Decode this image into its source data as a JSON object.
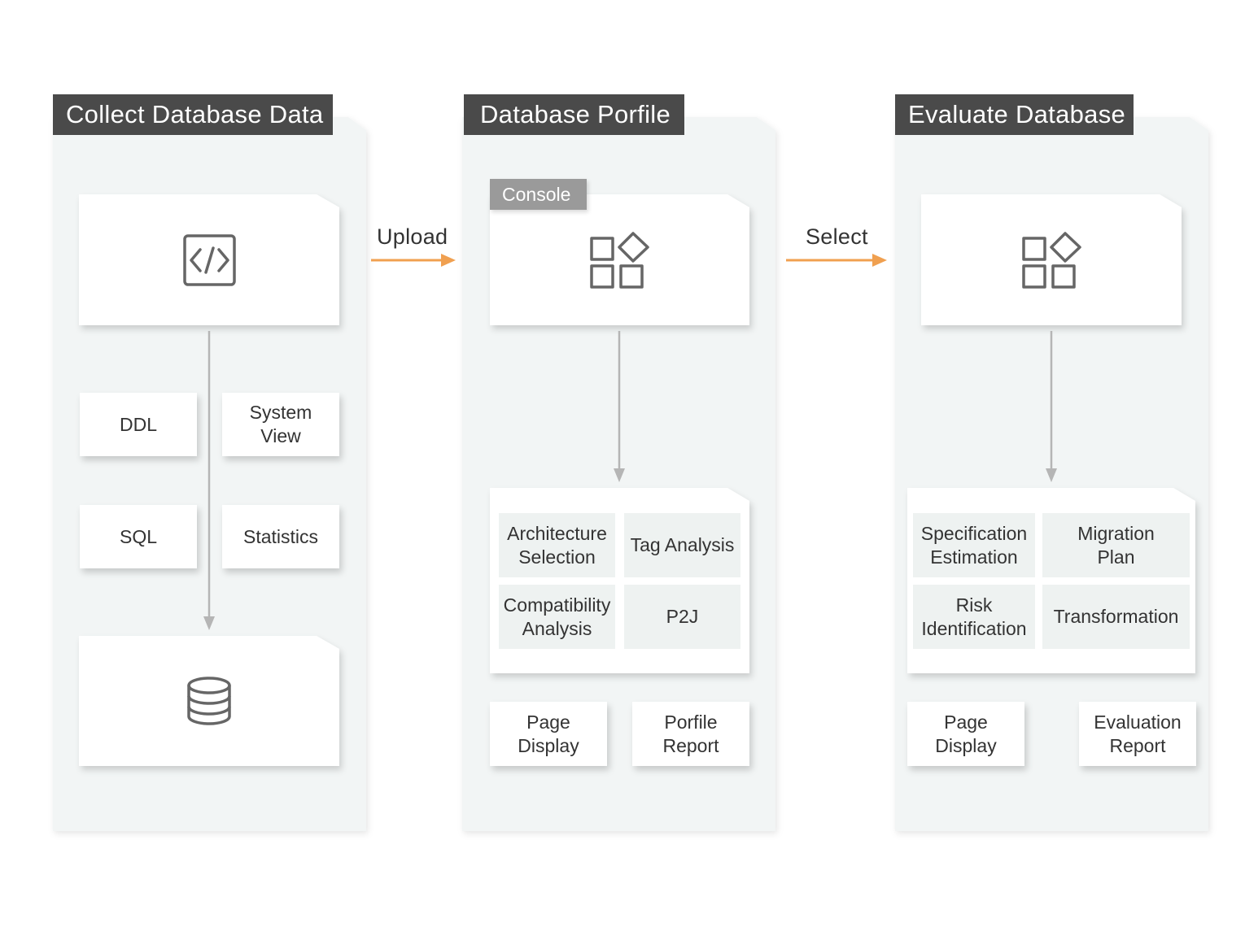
{
  "columns": [
    {
      "title": "Collect Database Data"
    },
    {
      "title": "Database Porfile"
    },
    {
      "title": "Evaluate Database"
    }
  ],
  "flow_labels": {
    "upload": "Upload",
    "select": "Select"
  },
  "collect": {
    "source_icon": "code-icon",
    "items": [
      "DDL",
      "System\nView",
      "SQL",
      "Statistics"
    ],
    "target_icon": "database-icon"
  },
  "profile": {
    "console_tag": "Console",
    "tool_icon": "apps-icon",
    "analysis": [
      "Architecture\nSelection",
      "Tag Analysis",
      "Compatibility\nAnalysis",
      "P2J"
    ],
    "outputs": [
      "Page\nDisplay",
      "Porfile\nReport"
    ]
  },
  "evaluate": {
    "tool_icon": "apps-icon",
    "analysis": [
      "Specification\nEstimation",
      "Migration\nPlan",
      "Risk\nIdentification",
      "Transformation"
    ],
    "outputs": [
      "Page\nDisplay",
      "Evaluation\nReport"
    ]
  },
  "colors": {
    "panel": "#f2f5f5",
    "title_bar": "#4a4a4a",
    "tag": "#9a9a9a",
    "flow_arrow": "#f0a050",
    "connector": "#b5b5b5",
    "cell": "#eef2f1",
    "icon": "#666666"
  }
}
